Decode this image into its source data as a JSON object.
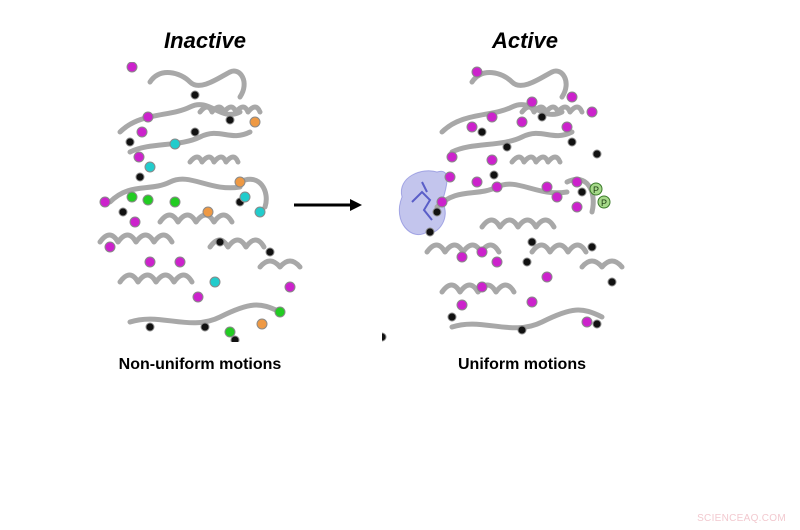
{
  "panels": [
    {
      "title": "Inactive",
      "caption": "Non-uniform motions",
      "residue_colors": [
        "#cc22cc",
        "#111111",
        "#22cccc",
        "#22cc22",
        "#ee9944"
      ],
      "ligand": "",
      "phospho_labels": []
    },
    {
      "title": "Active",
      "caption": "Uniform motions",
      "residue_colors": [
        "#cc22cc",
        "#111111"
      ],
      "ligand": "bound ligand (blue surface)",
      "phospho_labels": [
        "P",
        "P"
      ]
    }
  ],
  "arrow": {
    "direction": "right",
    "meaning": "transition from inactive to active"
  },
  "colors": {
    "ribbon": "#a8a8a8",
    "magenta": "#cc22cc",
    "black": "#111111",
    "cyan": "#22cccc",
    "green": "#22cc22",
    "orange": "#ee9944",
    "ligand": "#7b7fd8",
    "phospho": "#a6d98a"
  },
  "watermark": "SCIENCEAQ.COM"
}
